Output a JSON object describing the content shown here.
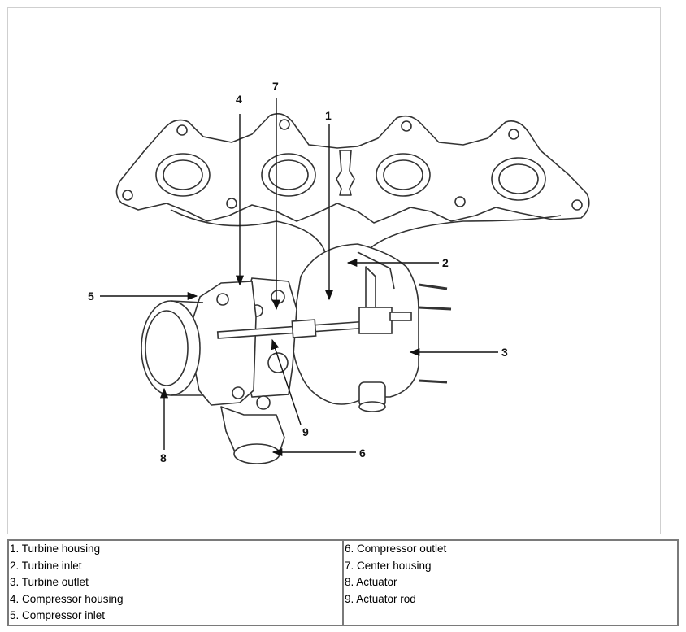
{
  "diagram": {
    "callouts": [
      "1",
      "2",
      "3",
      "4",
      "5",
      "6",
      "7",
      "8",
      "9"
    ]
  },
  "legend": {
    "left": [
      "1. Turbine housing",
      "2. Turbine inlet",
      "3. Turbine outlet",
      "4. Compressor housing",
      "5. Compressor inlet"
    ],
    "right": [
      "6. Compressor outlet",
      "7. Center housing",
      "8. Actuator",
      "9. Actuator rod"
    ]
  }
}
